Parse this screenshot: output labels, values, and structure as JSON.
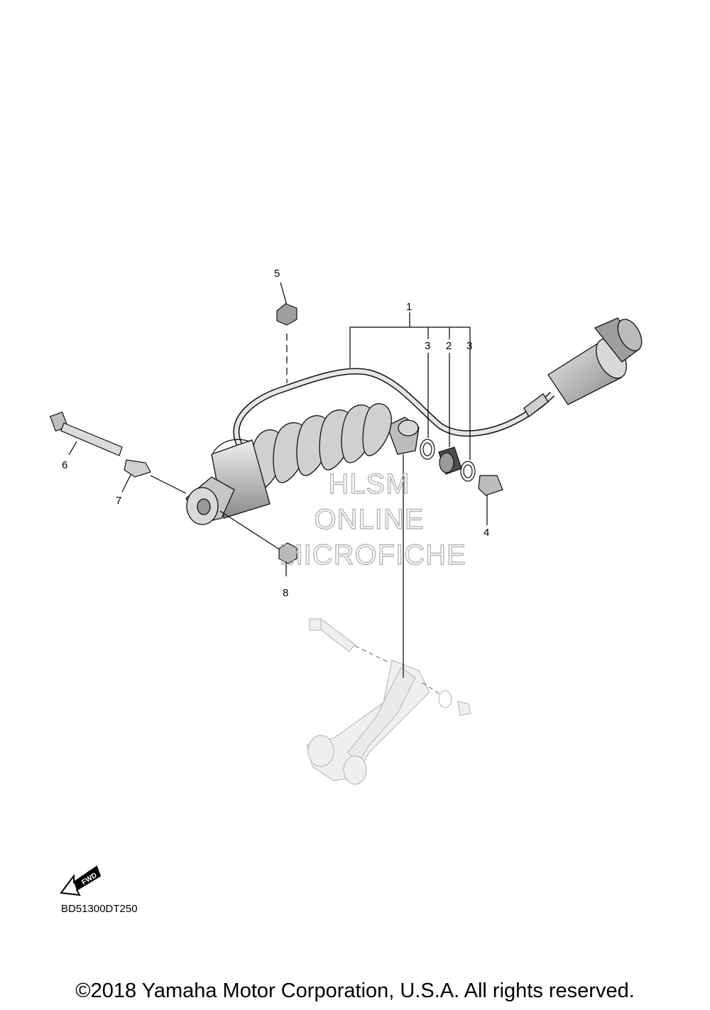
{
  "diagram": {
    "callouts": [
      "1",
      "2",
      "3",
      "3",
      "4",
      "5",
      "6",
      "7",
      "8"
    ],
    "watermark": [
      "HLSM",
      "ONLINE",
      "MICROFICHE"
    ],
    "fwd_label": "FWD",
    "drawing_code": "BD51300DT250"
  },
  "footer": {
    "copyright": "©2018 Yamaha Motor Corporation, U.S.A. All rights reserved."
  }
}
